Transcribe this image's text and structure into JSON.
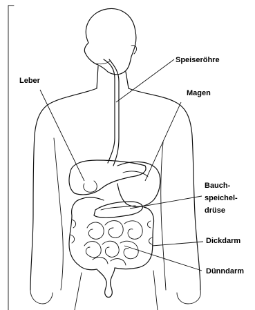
{
  "labels": {
    "leber": "Leber",
    "speiseroehre": "Speiseröhre",
    "magen": "Magen",
    "bauchspeicheldruese": [
      "Bauch-",
      "speichel-",
      "drüse"
    ],
    "dickdarm": "Dickdarm",
    "duenndarm": "Dünndarm"
  },
  "colors": {
    "ink": "#111111",
    "background": "#ffffff"
  }
}
